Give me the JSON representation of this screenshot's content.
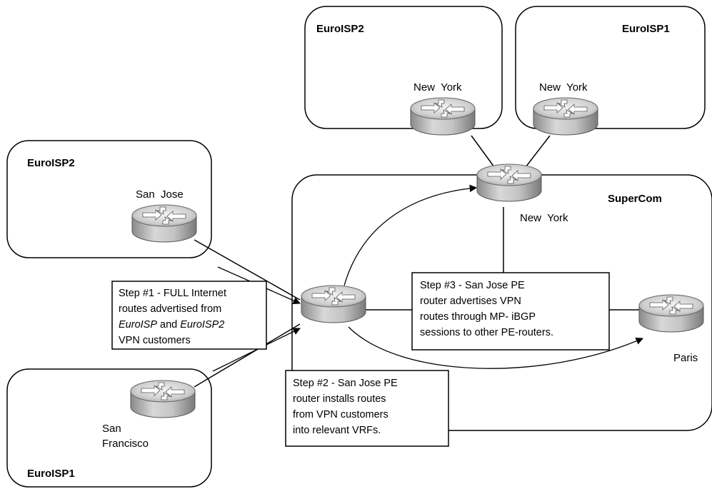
{
  "regions": {
    "top_left_isp": "EuroISP2",
    "top_right_isp": "EuroISP1",
    "left_isp": "EuroISP2",
    "bottom_isp": "EuroISP1",
    "provider": "SuperCom"
  },
  "routers": {
    "ny_euroisp2": "New  York",
    "ny_euroisp1": "New  York",
    "ny_supercom": "New  York",
    "san_jose": "San  Jose",
    "san_francisco_line1": "San",
    "san_francisco_line2": "Francisco",
    "paris": "Paris"
  },
  "steps": {
    "step1": {
      "line1": "Step #1 - FULL Internet",
      "line2": "routes advertised from",
      "line3_a": "EuroISP",
      "line3_b": " and ",
      "line3_c": "EuroISP2",
      "line4": "VPN customers"
    },
    "step2": {
      "line1": "Step #2 - San Jose PE",
      "line2": "router installs routes",
      "line3": "from VPN customers",
      "line4": "into relevant VRFs."
    },
    "step3": {
      "line1": "Step #3 - San Jose PE",
      "line2": "router advertises VPN",
      "line3": "routes through MP- iBGP",
      "line4": "sessions to other PE-routers."
    }
  }
}
